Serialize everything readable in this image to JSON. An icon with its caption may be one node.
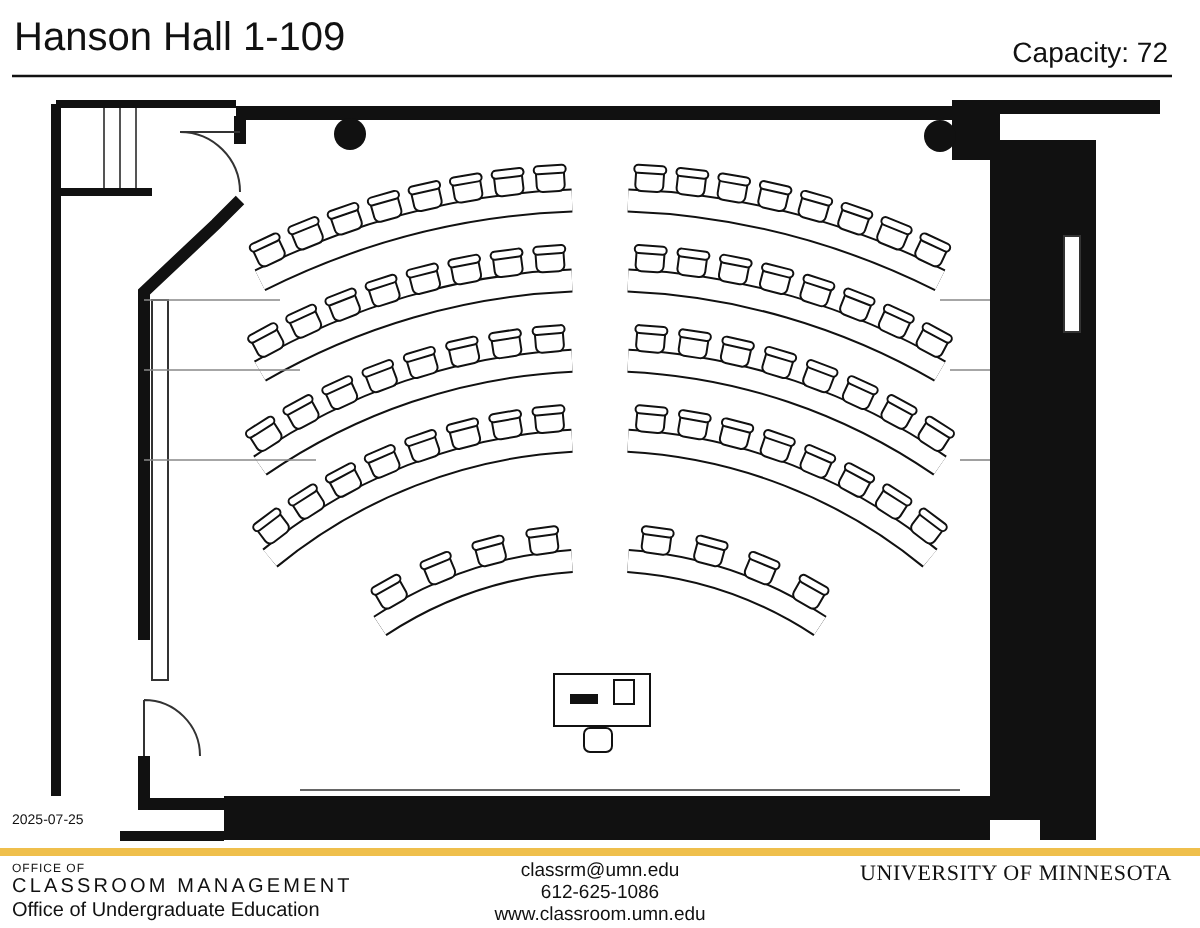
{
  "diagram": {
    "title": "Hanson Hall 1-109",
    "labels": [
      "Capacity: 72",
      "2025-07-25",
      "OFFICE OF",
      "CLASSROOM MANAGEMENT",
      "Office of Undergraduate Education",
      "classrm@umn.edu",
      "612-625-1086",
      "www.classroom.umn.edu",
      "UNIVERSITY OF MINNESOTA"
    ]
  }
}
